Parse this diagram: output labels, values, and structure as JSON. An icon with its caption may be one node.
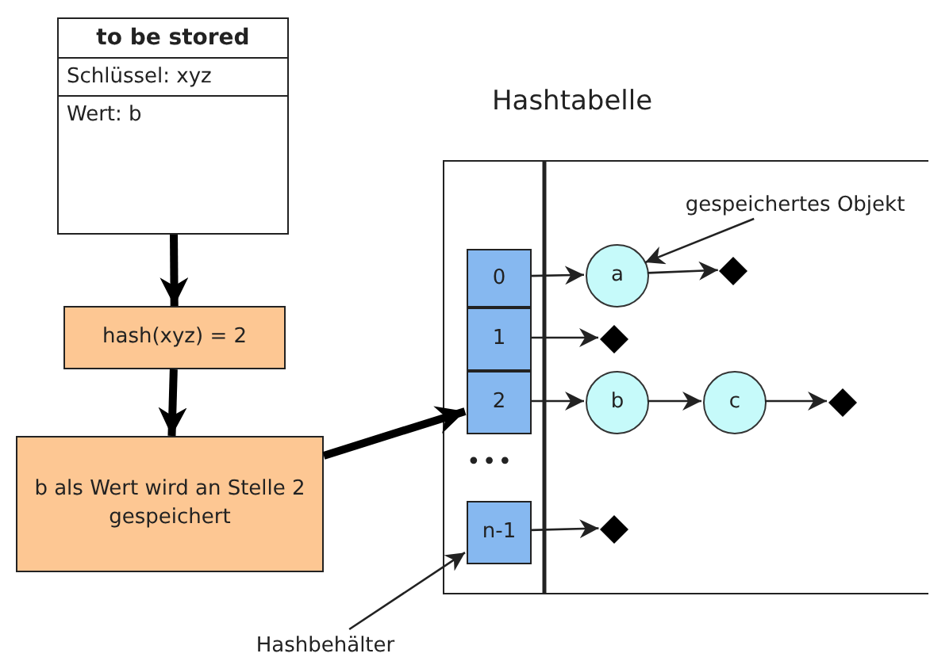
{
  "diagram": {
    "nodes": [
      {
        "text": [
          "to be stored",
          "Schlüssel: xyz",
          "Wert: b"
        ]
      },
      {
        "text": [
          "hash(xyz) = 2"
        ]
      },
      {
        "text": [
          "b als Wert wird an Stelle 2 gespeichert"
        ]
      },
      {
        "text": [
          "Hashtabelle"
        ]
      },
      {
        "text": [
          "0"
        ],
        "in": 3
      },
      {
        "text": [
          "1"
        ],
        "in": 3
      },
      {
        "text": [
          "2"
        ],
        "in": 3
      },
      {
        "text": [
          "n-1"
        ],
        "in": 3
      },
      {
        "text": [
          "a"
        ],
        "in": 3
      },
      {
        "text": [
          "b"
        ],
        "in": 3
      },
      {
        "text": [
          "c"
        ],
        "in": 3
      },
      {
        "text": [],
        "shape": "diamond",
        "in": 3
      },
      {
        "text": [],
        "shape": "diamond",
        "in": 3
      },
      {
        "text": [],
        "shape": "diamond",
        "in": 3
      },
      {
        "text": [],
        "shape": "diamond",
        "in": 3
      },
      {
        "text": [
          "gespeichertes Objekt"
        ],
        "in": 3
      },
      {
        "text": [
          "Hashbehälter"
        ]
      }
    ],
    "edges": [
      {
        "from": 0,
        "to": 1,
        "arrow": "to",
        "style": "thick"
      },
      {
        "from": 1,
        "to": 2,
        "arrow": "to",
        "style": "thick"
      },
      {
        "from": 2,
        "to": 6,
        "arrow": "to",
        "style": "thick"
      },
      {
        "from": 4,
        "to": 8,
        "arrow": "to"
      },
      {
        "from": 8,
        "to": 11,
        "arrow": "to"
      },
      {
        "from": 5,
        "to": 12,
        "arrow": "to"
      },
      {
        "from": 6,
        "to": 9,
        "arrow": "to"
      },
      {
        "from": 9,
        "to": 10,
        "arrow": "to"
      },
      {
        "from": 10,
        "to": 13,
        "arrow": "to"
      },
      {
        "from": 7,
        "to": 14,
        "arrow": "to"
      },
      {
        "from": 15,
        "to": 8,
        "arrow": "to"
      },
      {
        "from": 16,
        "to": 7,
        "arrow": "to"
      }
    ],
    "labels": [
      "•••"
    ]
  }
}
